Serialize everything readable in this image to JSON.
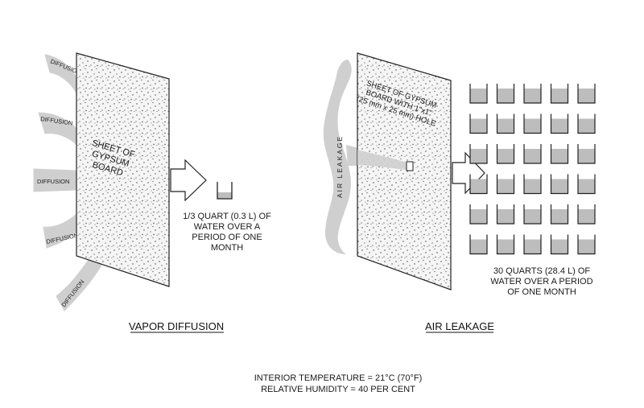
{
  "left_panel": {
    "arrow_labels": [
      "DIFFUSION",
      "DIFFUSION",
      "DIFFUSION",
      "DIFFUSION",
      "DIFFUSION"
    ],
    "board_label": [
      "SHEET OF",
      "GYPSUM",
      "BOARD"
    ],
    "result_lines": [
      "1/3 QUART (0.3 L) OF",
      "WATER OVER A",
      "PERIOD OF ONE",
      "MONTH"
    ],
    "caption": "VAPOR DIFFUSION"
  },
  "right_panel": {
    "leak_label": "AIR LEAKAGE",
    "board_label": [
      "SHEET OF GYPSUM",
      "BOARD WITH 1\"x1\"",
      "(25 mm x 25 mm) HOLE"
    ],
    "result_lines": [
      "30 QUARTS (28.4 L) OF",
      "WATER OVER A PERIOD",
      "OF ONE MONTH"
    ],
    "caption": "AIR LEAKAGE",
    "container_count": 30
  },
  "footer": {
    "line1": "INTERIOR TEMPERATURE = 21°C (70°F)",
    "line2": "RELATIVE HUMIDITY = 40 PER CENT"
  },
  "colors": {
    "board_fill": "#f4f4f4",
    "speckle": "#555555",
    "arrow_fill": "#cfcfcf",
    "water": "#bdbdbd",
    "stroke": "#222222"
  }
}
